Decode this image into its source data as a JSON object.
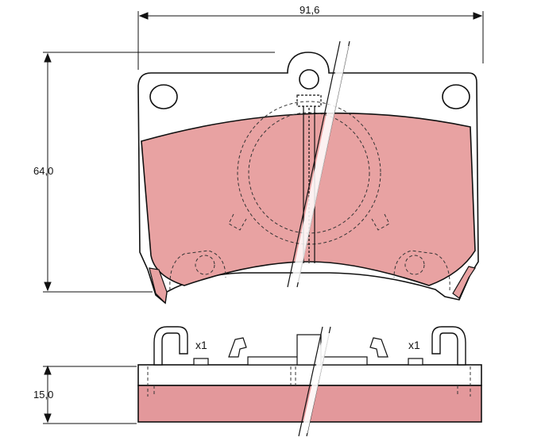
{
  "diagram": {
    "dimensions": {
      "width": "91,6",
      "height": "64,0",
      "thickness": "15,0"
    },
    "quantities": {
      "left_clip": "x1",
      "right_clip": "x1"
    },
    "colors": {
      "friction_material": "#e8a2a2",
      "friction_material_dark": "#e3989b",
      "outline": "#111111",
      "backing_plate": "#ffffff"
    }
  }
}
